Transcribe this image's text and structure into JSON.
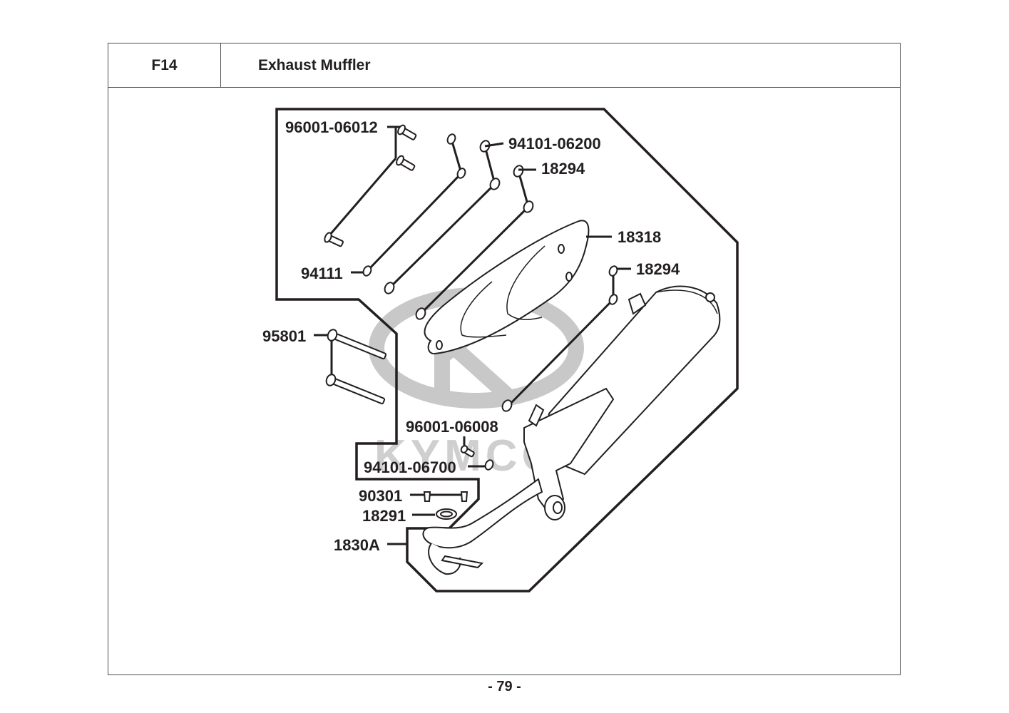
{
  "header": {
    "section_code": "F14",
    "section_title": "Exhaust Muffler"
  },
  "watermark": {
    "brand": "KYMCO",
    "color": "#c8c8c8"
  },
  "parts": [
    {
      "id": "p1",
      "number": "96001-06012"
    },
    {
      "id": "p2",
      "number": "94101-06200"
    },
    {
      "id": "p3",
      "number": "18294"
    },
    {
      "id": "p4",
      "number": "18318"
    },
    {
      "id": "p5",
      "number": "18294"
    },
    {
      "id": "p6",
      "number": "94111"
    },
    {
      "id": "p7",
      "number": "95801"
    },
    {
      "id": "p8",
      "number": "96001-06008"
    },
    {
      "id": "p9",
      "number": "94101-06700"
    },
    {
      "id": "p10",
      "number": "90301"
    },
    {
      "id": "p11",
      "number": "18291"
    },
    {
      "id": "p12",
      "number": "1830A"
    }
  ],
  "footer": {
    "page_number": "- 79 -"
  }
}
